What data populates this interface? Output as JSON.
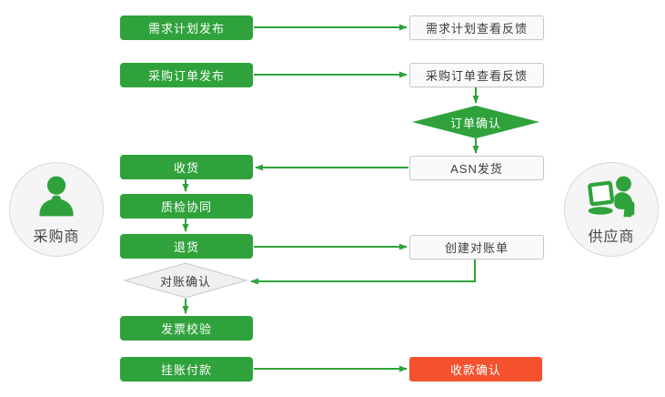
{
  "palette": {
    "green": "#2fa23b",
    "red": "#f4512e",
    "white_box_fill": "#fafafa",
    "box_border_gray": "#c8c8c8",
    "diamond_gray_fill": "#f0f0f0",
    "circle_fill": "#f5f5f5",
    "circle_border": "#d9d9d9",
    "text_dark": "#3c3c3c"
  },
  "actors": {
    "buyer": {
      "label": "采购商"
    },
    "supplier": {
      "label": "供应商"
    }
  },
  "buyer_lane": {
    "demand_plan_publish": "需求计划发布",
    "purchase_order_publish": "采购订单发布",
    "receive_goods": "收货",
    "quality_collaboration": "质检协同",
    "return_goods": "退货",
    "reconciliation_confirm": "对账确认",
    "invoice_verification": "发票校验",
    "credit_payment": "挂账付款"
  },
  "supplier_lane": {
    "demand_plan_feedback": "需求计划查看反馈",
    "purchase_order_feedback": "采购订单查看反馈",
    "order_confirm": "订单确认",
    "asn_shipment": "ASN发货",
    "create_statement": "创建对账单",
    "receipt_confirm": "收款确认"
  }
}
